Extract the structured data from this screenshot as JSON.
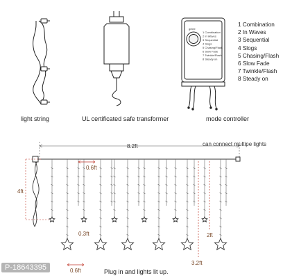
{
  "products": {
    "light_string_label": "light string",
    "transformer_label": "UL certificated safe transformer",
    "controller_label": "mode controller"
  },
  "controller": {
    "brand": "grilee",
    "modes": [
      "1 Combination",
      "2 In Waves",
      "3 Sequential",
      "4 Slogs",
      "5 Chasing/Flash",
      "6 Slow Fade",
      "7 Twinkle/Flash",
      "8 Steady on"
    ]
  },
  "curtain": {
    "width_label": "8.2ft",
    "connect_note": "can connect multipe lights",
    "height_label": "4ft",
    "drop_spacing_label": "0.6ft",
    "short_star_drop_label": "0.3ft",
    "bottom_spacing_label": "0.6ft",
    "long_strand_label": "3.2ft",
    "short_strand_label": "2ft",
    "footer": "Plug in and lights lit up."
  },
  "watermark": "P-18643395"
}
